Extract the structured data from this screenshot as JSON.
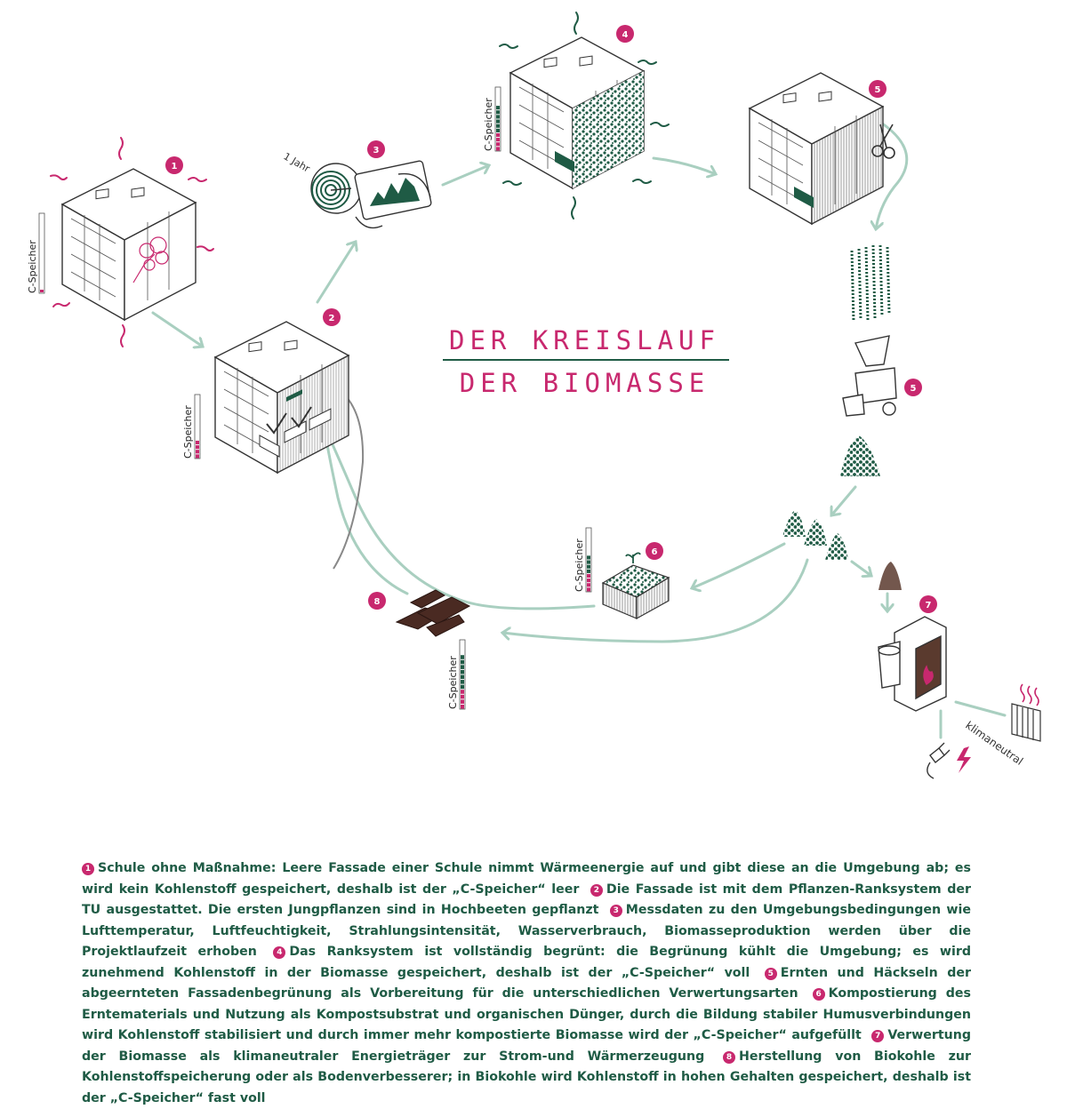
{
  "title": {
    "line1": "DER KREISLAUF",
    "line2": "DER BIOMASSE"
  },
  "labels": {
    "c_speicher": "C-Speicher",
    "one_year": "1 Jahr",
    "climate_neutral": "klimaneutral"
  },
  "steps": [
    {
      "number": "1",
      "text": "Schule ohne Maßnahme: Leere Fassade einer Schule nimmt Wärmeenergie auf und gibt diese an die Umgebung ab; es wird kein Kohlenstoff gespeichert, deshalb ist der „C-Speicher“ leer"
    },
    {
      "number": "2",
      "text": "Die Fassade ist mit dem Pflanzen-Ranksystem der TU ausgestattet. Die ersten Jungpflanzen sind in Hochbeeten gepflanzt"
    },
    {
      "number": "3",
      "text": "Messdaten zu den Umgebungsbedingungen wie Lufttemperatur, Luftfeuchtigkeit, Strahlungsintensität, Wasserverbrauch, Biomasseproduktion werden über die Projektlaufzeit erhoben"
    },
    {
      "number": "4",
      "text": "Das Ranksystem ist vollständig begrünt: die Begrünung kühlt die Umgebung; es wird zunehmend Kohlenstoff in der Biomasse gespeichert, deshalb ist der „C-Speicher“ voll"
    },
    {
      "number": "5",
      "text": "Ernten und Häckseln der abgeernteten Fassadenbegrünung als Vorbereitung für die unterschiedlichen Verwertungsarten"
    },
    {
      "number": "6",
      "text": "Kompostierung des Erntematerials und Nutzung als Kompostsubstrat und organischen Dünger, durch die Bildung stabiler Humusverbindungen wird Kohlenstoff stabilisiert und durch immer mehr kompostierte Biomasse wird der „C-Speicher“ aufgefüllt"
    },
    {
      "number": "7",
      "text": "Verwertung der Biomasse als klimaneutraler Energieträger zur Strom-und Wärmerzeugung"
    },
    {
      "number": "8",
      "text": "Herstellung von Biokohle zur Kohlenstoffspeicherung oder als Bodenverbesserer; in Biokohle wird Kohlenstoff in hohen Gehalten gespeichert, deshalb ist der „C-Speicher“ fast voll"
    }
  ],
  "badges": {
    "b1": "1",
    "b2": "2",
    "b3": "3",
    "b4": "4",
    "b5a": "5",
    "b5b": "5",
    "b6": "6",
    "b7": "7",
    "b8": "8"
  },
  "storage_fill": {
    "s1": 0.0,
    "s2": 0.25,
    "s4": 0.7,
    "s6": 0.55,
    "s8": 0.8
  },
  "colors": {
    "accent": "#c8286e",
    "dark_green": "#1f5b45",
    "arrow": "#a9cfc0",
    "line": "#3a3a3a"
  }
}
